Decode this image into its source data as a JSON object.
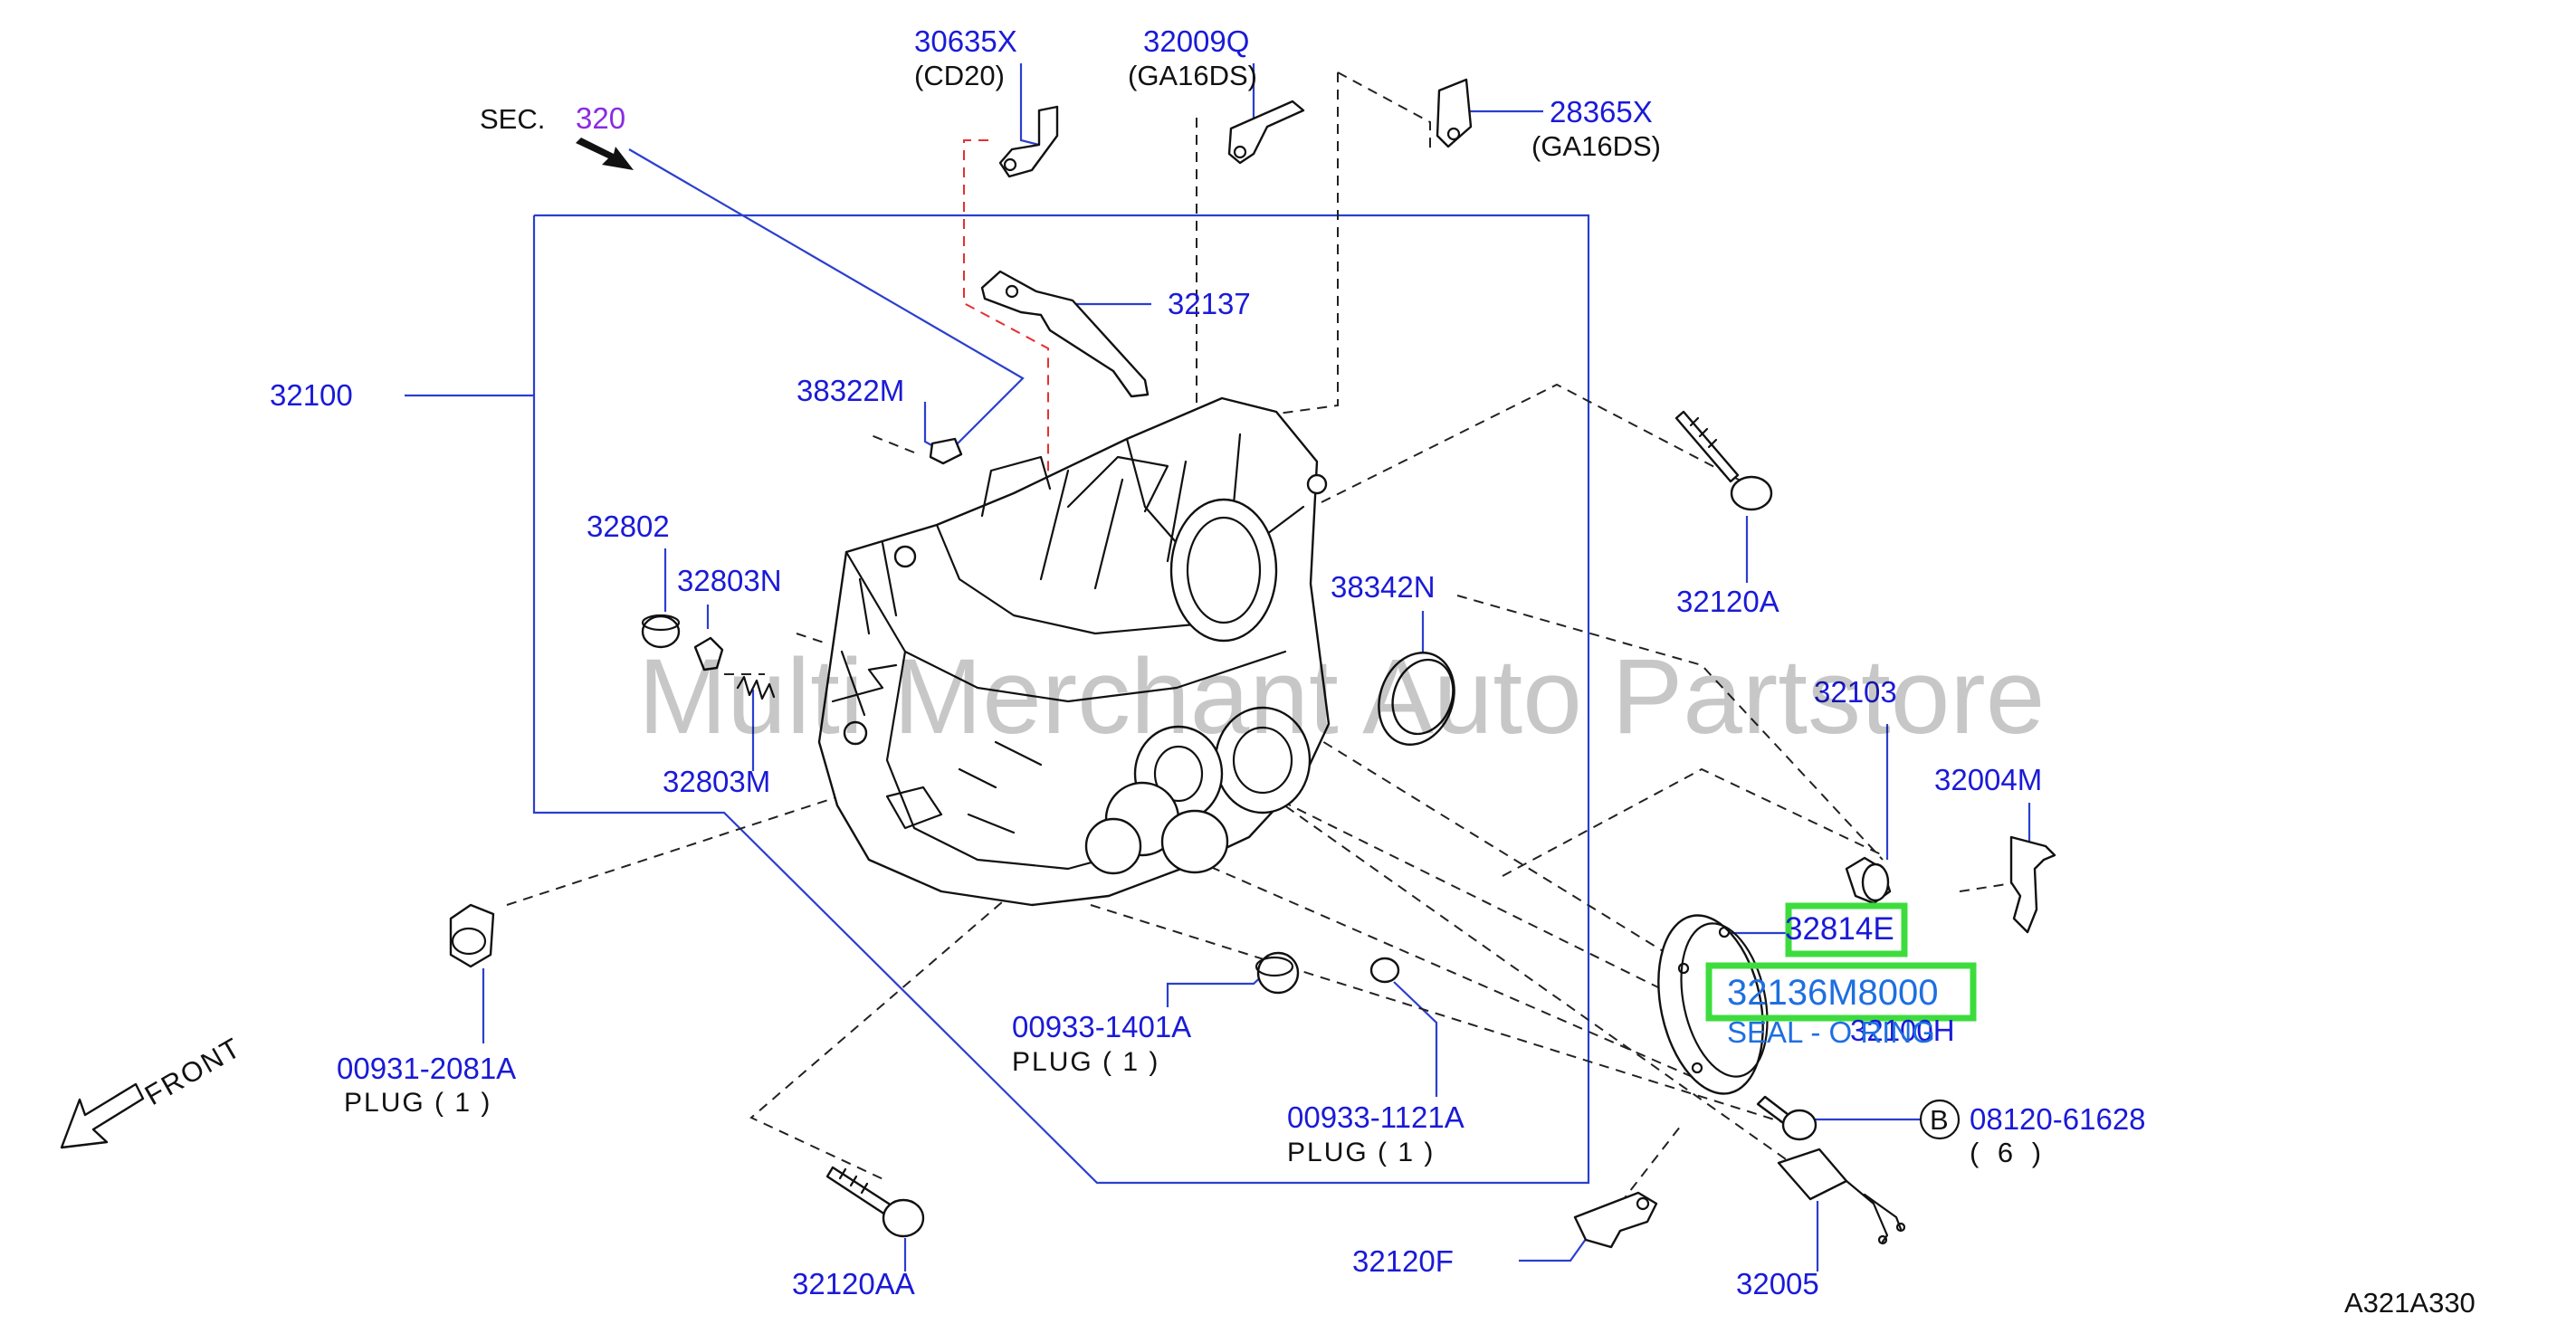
{
  "colors": {
    "label": "#1a1ad8",
    "leader": "#2a3fcf",
    "text_dark": "#111111",
    "sec_ref": "#8a2be2",
    "highlight_box": "#3ddc3d",
    "highlight_text": "#1e6fe0",
    "reddash": "#e53030"
  },
  "watermark": "Multi Merchant Auto Partstore",
  "section": {
    "prefix": "SEC.",
    "number": "320"
  },
  "labels": {
    "p30635X": "30635X",
    "p30635X_note": "(CD20)",
    "p32009Q": "32009Q",
    "p32009Q_note": "(GA16DS)",
    "p28365X": "28365X",
    "p28365X_note": "(GA16DS)",
    "p32137": "32137",
    "p32100": "32100",
    "p38322M": "38322M",
    "p32802": "32802",
    "p32803N": "32803N",
    "p32803M": "32803M",
    "p38342N": "38342N",
    "p32120A": "32120A",
    "p32103": "32103",
    "p32004M": "32004M",
    "p32814E": "32814E",
    "p32136M8000": "32136M8000",
    "p32100H": "32100H",
    "seal_desc": "SEAL - O RING",
    "p00931": "00931-2081A",
    "p00931_plug": "PLUG  ( 1 )",
    "p00933_1401": "00933-1401A",
    "p00933_1401_plug": "PLUG  ( 1 )",
    "p00933_1121": "00933-1121A",
    "p00933_1121_plug": "PLUG  ( 1 )",
    "bolt_marker": "B",
    "p08120": "08120-61628",
    "p08120_qty": "( 6 )",
    "p32120F": "32120F",
    "p32120AA": "32120AA",
    "p32005": "32005",
    "front": "FRONT",
    "diagram_code": "A321A330"
  }
}
